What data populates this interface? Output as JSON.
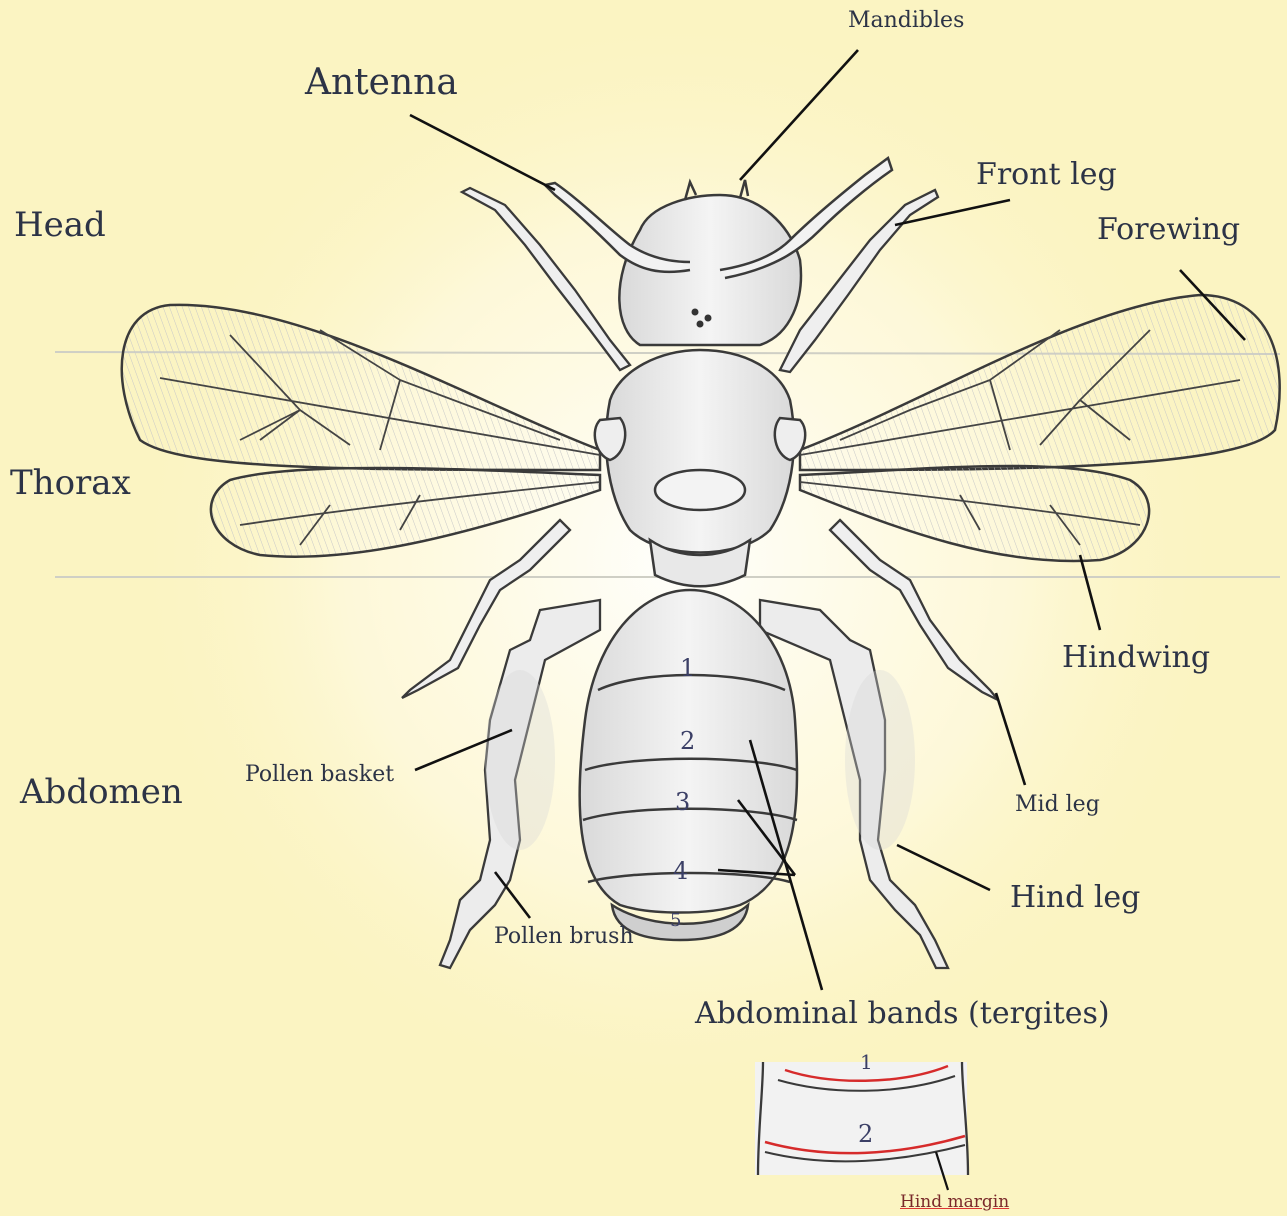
{
  "colors": {
    "background": "#fbf4c2",
    "glow": "#ffffff",
    "ink": "#2c3346",
    "line": "#3a3a3a",
    "hind_margin": "#d62b2b"
  },
  "regions": {
    "head": "Head",
    "thorax": "Thorax",
    "abdomen": "Abdomen"
  },
  "labels": {
    "mandibles": "Mandibles",
    "antenna": "Antenna",
    "front_leg": "Front leg",
    "forewing": "Forewing",
    "hindwing": "Hindwing",
    "mid_leg": "Mid leg",
    "hind_leg": "Hind leg",
    "pollen_basket": "Pollen basket",
    "pollen_brush": "Pollen brush",
    "abdominal_bands": "Abdominal bands (tergites)"
  },
  "tergites": [
    "1",
    "2",
    "3",
    "4",
    "5"
  ],
  "inset": {
    "numbers": [
      "1",
      "2"
    ],
    "hind_margin": "Hind margin"
  }
}
